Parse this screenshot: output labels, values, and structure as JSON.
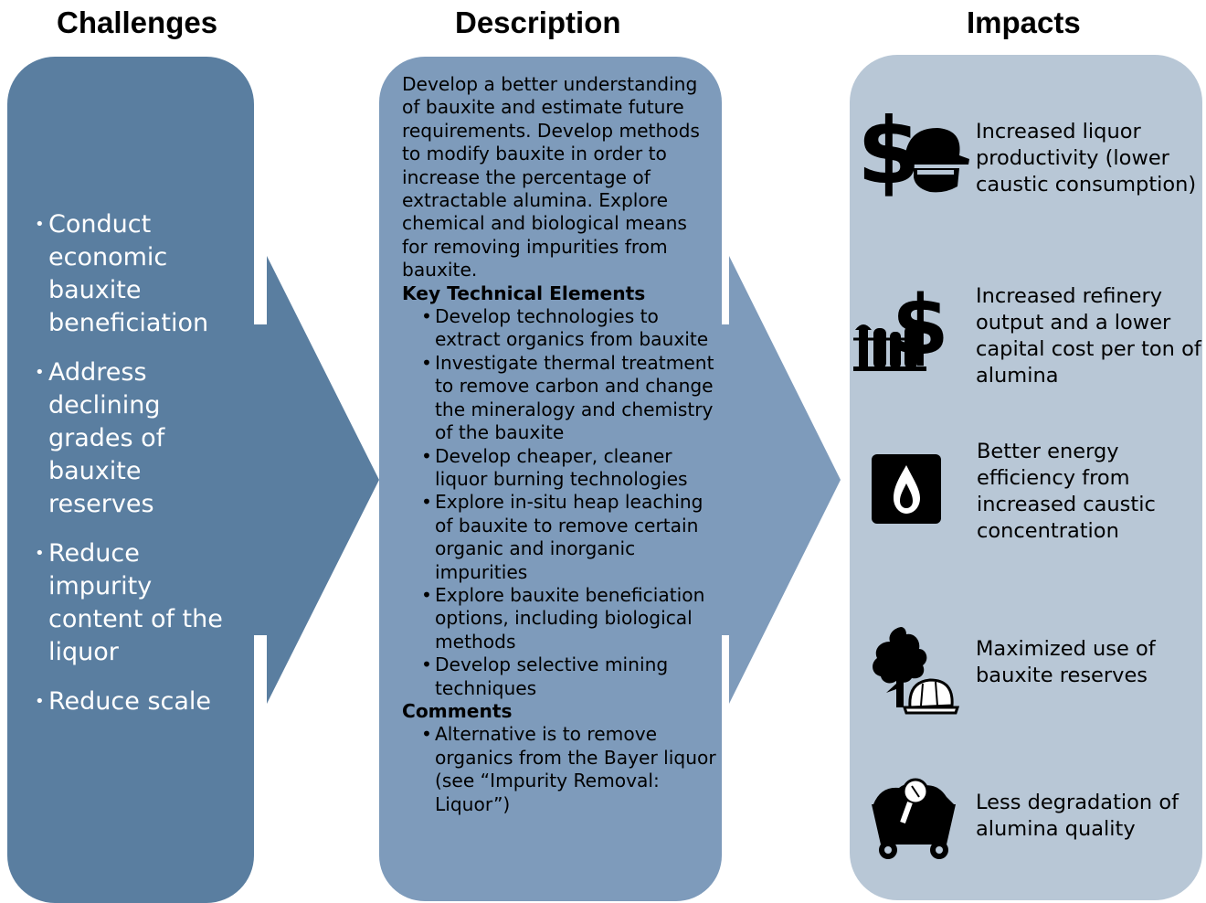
{
  "headings": {
    "challenges": "Challenges",
    "description": "Description",
    "impacts": "Impacts"
  },
  "challenges": [
    "Conduct economic bauxite beneficiation",
    "Address declining grades of bauxite reserves",
    "Reduce impurity content of the liquor",
    "Reduce scale"
  ],
  "description": {
    "intro": "Develop a better understanding of bauxite and estimate future requirements.  Develop methods to modify bauxite in order to increase the percentage of extractable alumina.  Explore chemical and biological means for removing impurities from bauxite.",
    "key_elements_heading": "Key Technical Elements",
    "key_elements": [
      "Develop technologies to extract organics from bauxite",
      "Investigate thermal treatment to remove carbon and change the mineralogy and chemistry of the bauxite",
      "Develop cheaper, cleaner liquor burning technologies",
      "Explore in-situ heap leaching of bauxite to remove certain organic and inorganic impurities",
      "Explore bauxite beneficiation options, including biological methods",
      "Develop selective mining techniques"
    ],
    "comments_heading": "Comments",
    "comments": [
      "Alternative is to remove organics from the Bayer liquor (see “Impurity Removal: Liquor”)"
    ]
  },
  "impacts": [
    {
      "icon": "dollar-worker-icon",
      "text": "Increased liquor productivity (lower caustic consumption)"
    },
    {
      "icon": "refinery-dollar-icon",
      "text": "Increased refinery output and a lower capital cost per ton of alumina"
    },
    {
      "icon": "flame-icon",
      "text": "Better energy efficiency from increased caustic concentration"
    },
    {
      "icon": "tree-hardhat-icon",
      "text": "Maximized use of bauxite reserves"
    },
    {
      "icon": "ore-cart-icon",
      "text": "Less degradation of alumina quality"
    }
  ],
  "colors": {
    "challenges_panel": "#5a7ea0",
    "description_panel": "#7e9bbb",
    "impacts_panel": "#b8c7d6"
  }
}
